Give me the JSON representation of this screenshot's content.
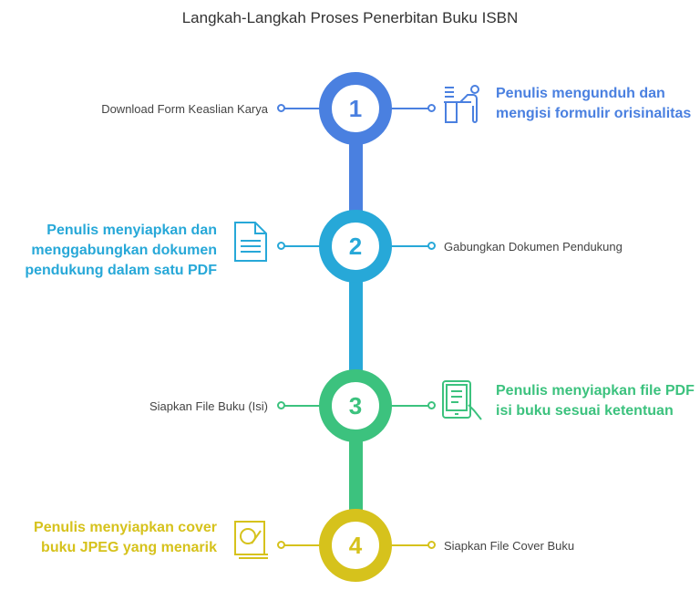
{
  "title": "Langkah-Langkah Proses Penerbitan Buku ISBN",
  "steps": [
    {
      "number": "1",
      "label": "Download Form Keaslian Karya",
      "description": "Penulis mengunduh dan mengisi formulir orisinalitas",
      "color": "#4a80e0",
      "icon": "desk-person-icon"
    },
    {
      "number": "2",
      "label": "Gabungkan Dokumen Pendukung",
      "description": "Penulis menyiapkan dan menggabungkan dokumen pendukung dalam satu PDF",
      "color": "#27a8d8",
      "icon": "document-icon"
    },
    {
      "number": "3",
      "label": "Siapkan File Buku (Isi)",
      "description": "Penulis menyiapkan file PDF isi buku sesuai ketentuan",
      "color": "#3cc27e",
      "icon": "tablet-hand-icon"
    },
    {
      "number": "4",
      "label": "Siapkan File Cover Buku",
      "description": "Penulis menyiapkan cover buku JPEG yang menarik",
      "color": "#d6c21c",
      "icon": "book-palette-icon"
    }
  ]
}
